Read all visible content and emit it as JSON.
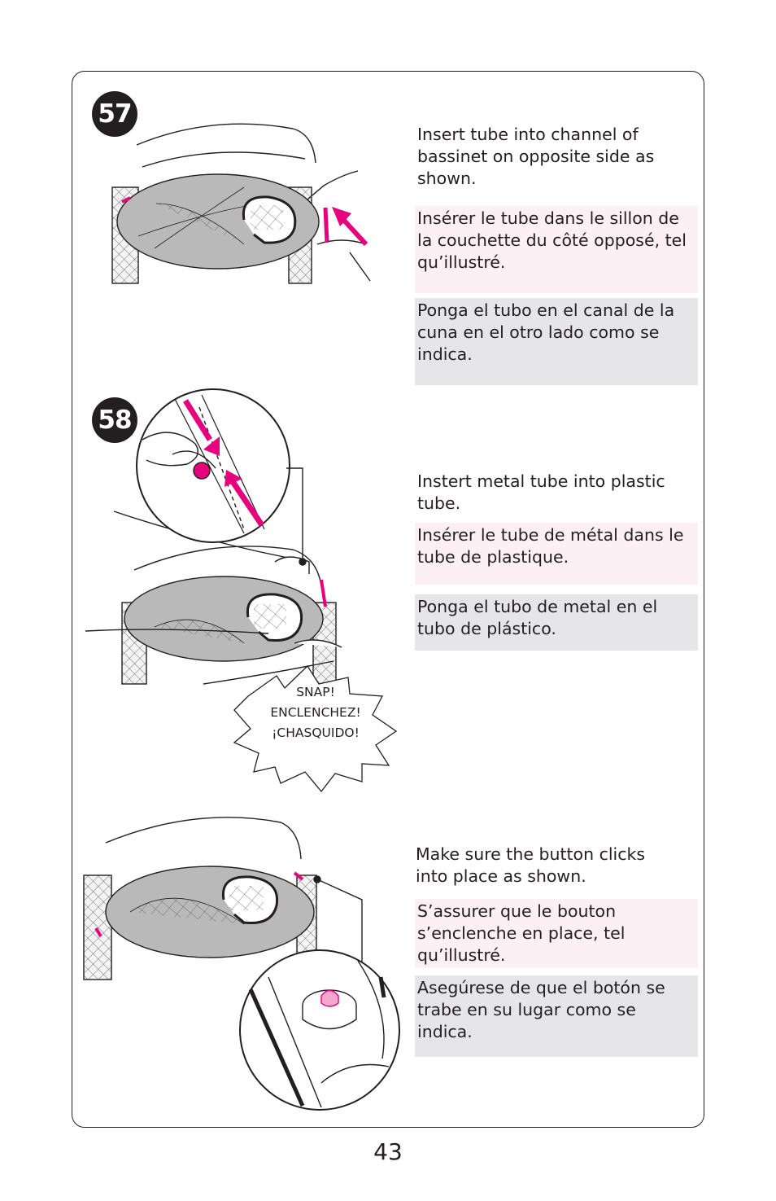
{
  "steps": [
    {
      "number": "57",
      "en": "Insert tube into channel of bassinet on opposite side as shown.",
      "fr": "Insérer le tube dans le sillon de la couchette du côté opposé, tel qu’illustré.",
      "es": "Ponga el tubo en el canal de la cuna en el otro lado como se indica."
    },
    {
      "number": "58",
      "en": "Instert metal tube into plastic tube.",
      "fr": "Insérer le tube de métal dans le tube de plastique.",
      "es": "Ponga el tubo de metal en el tubo de plástico.",
      "sound": [
        "SNAP!",
        "ENCLENCHEZ!",
        "¡CHASQUIDO!"
      ]
    },
    {
      "number": "",
      "en": "Make sure the button clicks into place as shown.",
      "fr": "S’assurer que le bouton s’enclenche en place, tel qu’illustré.",
      "es": "Asegúrese de que el  botón se trabe en su lugar como se indica."
    }
  ],
  "page_number": "43",
  "colors": {
    "accent": "#e6007e",
    "french_bg": "#fdf0f4",
    "spanish_bg": "#e6e6e8"
  }
}
